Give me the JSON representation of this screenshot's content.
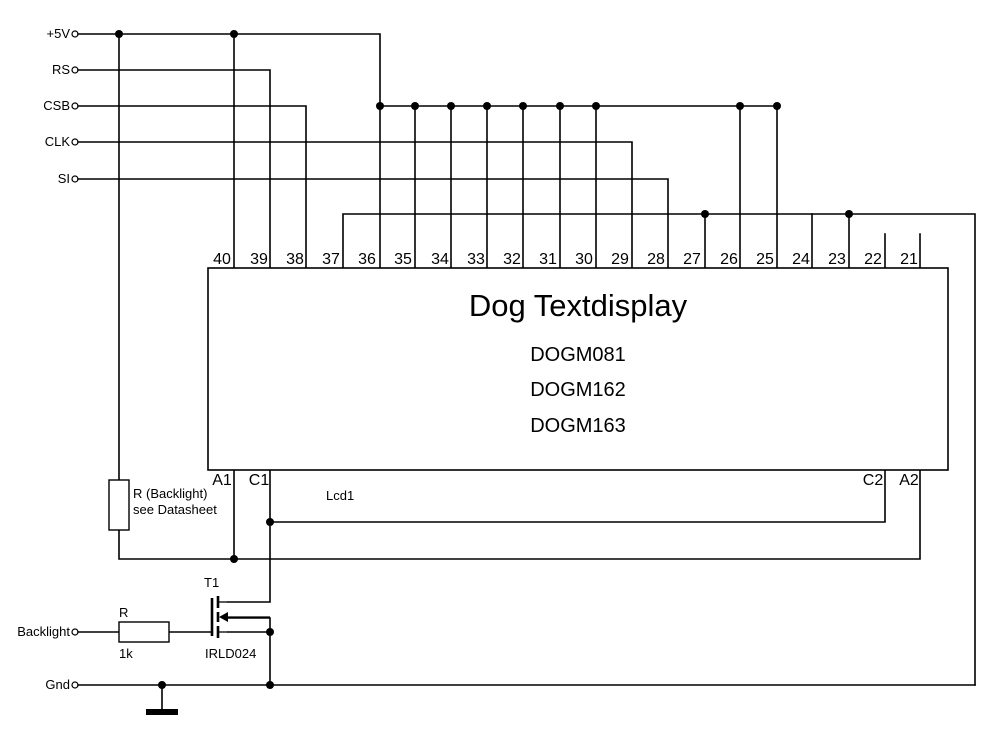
{
  "signals": {
    "vcc": "+5V",
    "rs": "RS",
    "csb": "CSB",
    "clk": "CLK",
    "si": "SI",
    "backlight": "Backlight",
    "gnd": "Gnd"
  },
  "display": {
    "title": "Dog Textdisplay",
    "models": [
      "DOGM081",
      "DOGM162",
      "DOGM163"
    ],
    "ref": "Lcd1",
    "top_pins": [
      "40",
      "39",
      "38",
      "37",
      "36",
      "35",
      "34",
      "33",
      "32",
      "31",
      "30",
      "29",
      "28",
      "27",
      "26",
      "25",
      "24",
      "23",
      "22",
      "21"
    ],
    "bottom_pins": {
      "a1": "A1",
      "c1": "C1",
      "c2": "C2",
      "a2": "A2"
    }
  },
  "resistor_backlight": {
    "label_line1": "R (Backlight)",
    "label_line2": "see Datasheet"
  },
  "resistor_gate": {
    "name": "R",
    "value": "1k"
  },
  "transistor": {
    "name": "T1",
    "part": "IRLD024"
  }
}
